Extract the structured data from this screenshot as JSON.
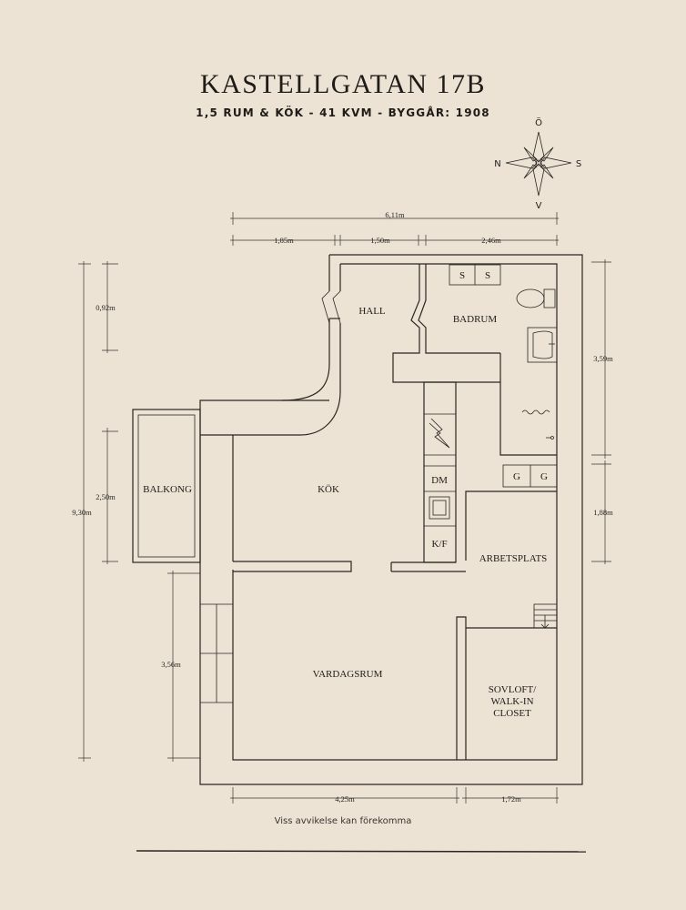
{
  "title": "KASTELLGATAN 17B",
  "subtitle": "1,5 RUM & KÖK  -  41 KVM  -  BYGGÅR: 1908",
  "compass": {
    "north": "Ö",
    "west": "N",
    "east": "S",
    "south": "V"
  },
  "rooms": {
    "hall": "HALL",
    "badrum": "BADRUM",
    "kok": "KÖK",
    "balkong": "BALKONG",
    "arbetsplats": "ARBETSPLATS",
    "vardagsrum": "VARDAGSRUM",
    "sovloft": [
      "SOVLOFT/",
      "WALK-IN",
      "CLOSET"
    ]
  },
  "fixtures": {
    "s1": "S",
    "s2": "S",
    "g1": "G",
    "g2": "G",
    "dm": "DM",
    "kf": "K/F"
  },
  "dimensions": {
    "top_total": "6,11m",
    "top_left": "1,85m",
    "top_mid": "1,50m",
    "top_right": "2,46m",
    "left_total": "9,30m",
    "left_upper": "0,92m",
    "left_balcony": "2,50m",
    "left_lower": "3,56m",
    "right_upper": "3,59m",
    "right_lower": "1,88m",
    "bottom_left": "4,25m",
    "bottom_right": "1,72m"
  },
  "footnote": "Viss avvikelse kan förekomma"
}
